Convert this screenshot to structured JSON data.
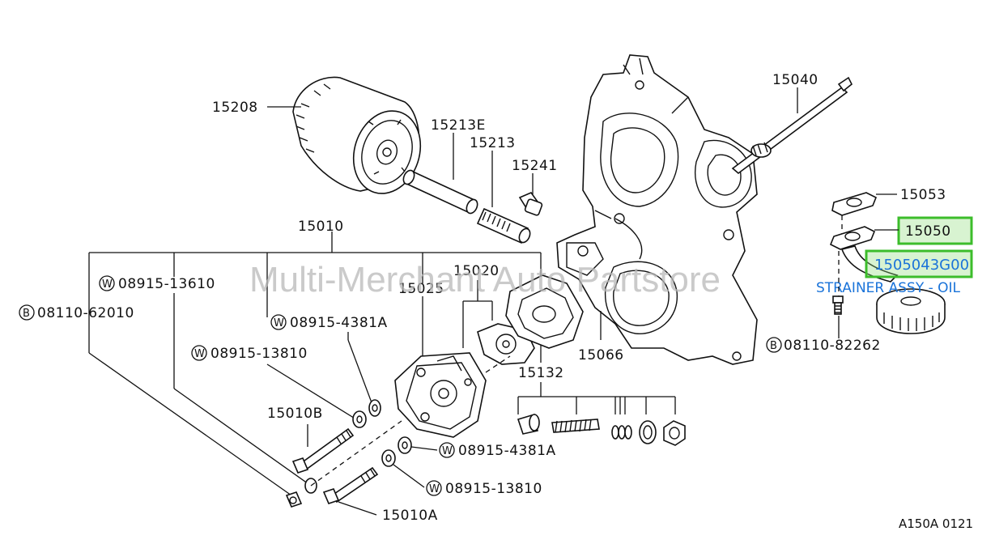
{
  "watermark": "Multi-Merchant Auto Partstore",
  "reference": "A150A 0121",
  "highlighted_description": "STRAINER ASSY - OIL",
  "labels": {
    "p15208": "15208",
    "p15213E": "15213E",
    "p15213": "15213",
    "p15241": "15241",
    "p15040": "15040",
    "p15053": "15053",
    "p15050": "15050",
    "p1505043G00": "1505043G00",
    "p15010": "15010",
    "p15020": "15020",
    "p15025": "15025",
    "p15066": "15066",
    "p15132": "15132",
    "p15010B": "15010B",
    "p15010A": "15010A",
    "w13610": "08915-13610",
    "b62010": "08110-62010",
    "w4381a_1": "08915-4381A",
    "w13810_1": "08915-13810",
    "w4381a_2": "08915-4381A",
    "w13810_2": "08915-13810",
    "b82262": "08110-82262"
  },
  "markers": {
    "washer": "W",
    "bolt": "B"
  }
}
